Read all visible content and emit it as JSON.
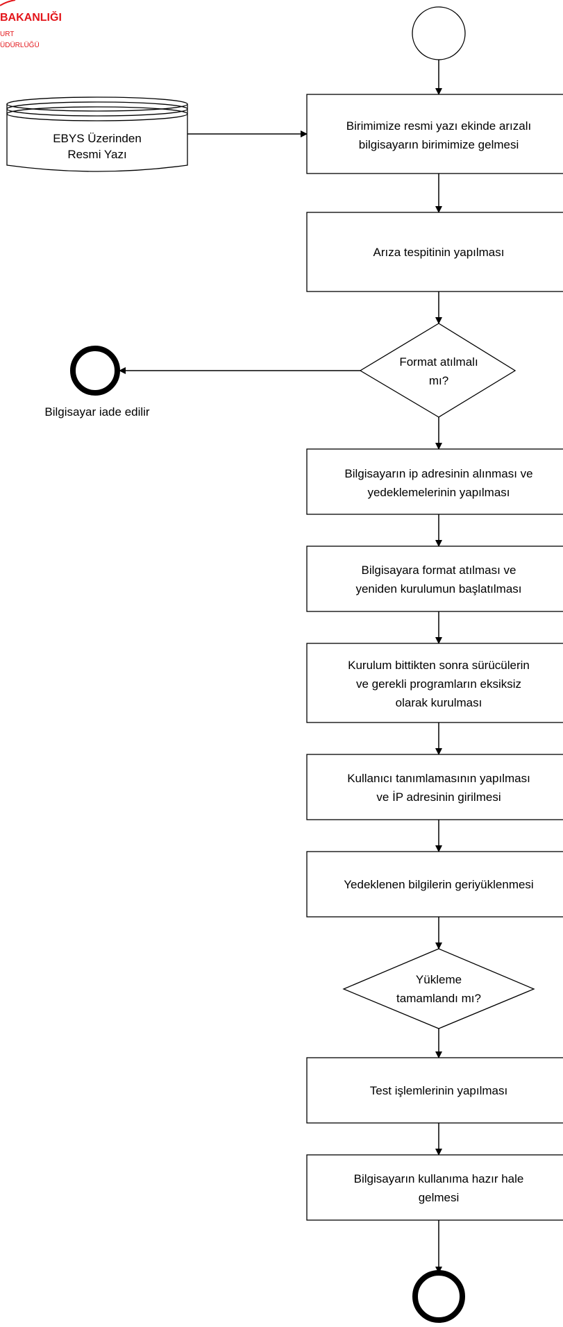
{
  "logo": {
    "line1": "BAKANLIĞI",
    "line2": "URT",
    "line3": "ÜDÜRLÜĞÜ",
    "color": "#e3151a"
  },
  "flow": {
    "document": {
      "lines": [
        "EBYS Üzerinden",
        "Resmi Yazı"
      ]
    },
    "steps": [
      {
        "id": "step-1",
        "lines": [
          "Birimimize resmi yazı ekinde arızalı",
          "bilgisayarın birimimize gelmesi"
        ]
      },
      {
        "id": "step-2",
        "lines": [
          "Arıza tespitinin yapılması"
        ]
      },
      {
        "id": "step-3",
        "lines": [
          "Bilgisayarın ip adresinin alınması ve",
          "yedeklemelerinin yapılması"
        ]
      },
      {
        "id": "step-4",
        "lines": [
          "Bilgisayara format atılması ve",
          "yeniden kurulumun başlatılması"
        ]
      },
      {
        "id": "step-5",
        "lines": [
          "Kurulum bittikten sonra sürücülerin",
          "ve gerekli programların eksiksiz",
          "olarak kurulması"
        ]
      },
      {
        "id": "step-6",
        "lines": [
          "Kullanıcı tanımlamasının yapılması",
          "ve İP adresinin girilmesi"
        ]
      },
      {
        "id": "step-7",
        "lines": [
          "Yedeklenen bilgilerin geriyüklenmesi"
        ]
      },
      {
        "id": "step-8",
        "lines": [
          "Test işlemlerinin yapılması"
        ]
      },
      {
        "id": "step-9",
        "lines": [
          "Bilgisayarın kullanıma hazır hale",
          "gelmesi"
        ]
      }
    ],
    "decisions": [
      {
        "id": "decision-1",
        "lines": [
          "Format atılmalı",
          "mı?"
        ]
      },
      {
        "id": "decision-2",
        "lines": [
          "Yükleme",
          "tamamlandı mı?"
        ]
      }
    ],
    "side_end_label": "Bilgisayar iade edilir"
  }
}
